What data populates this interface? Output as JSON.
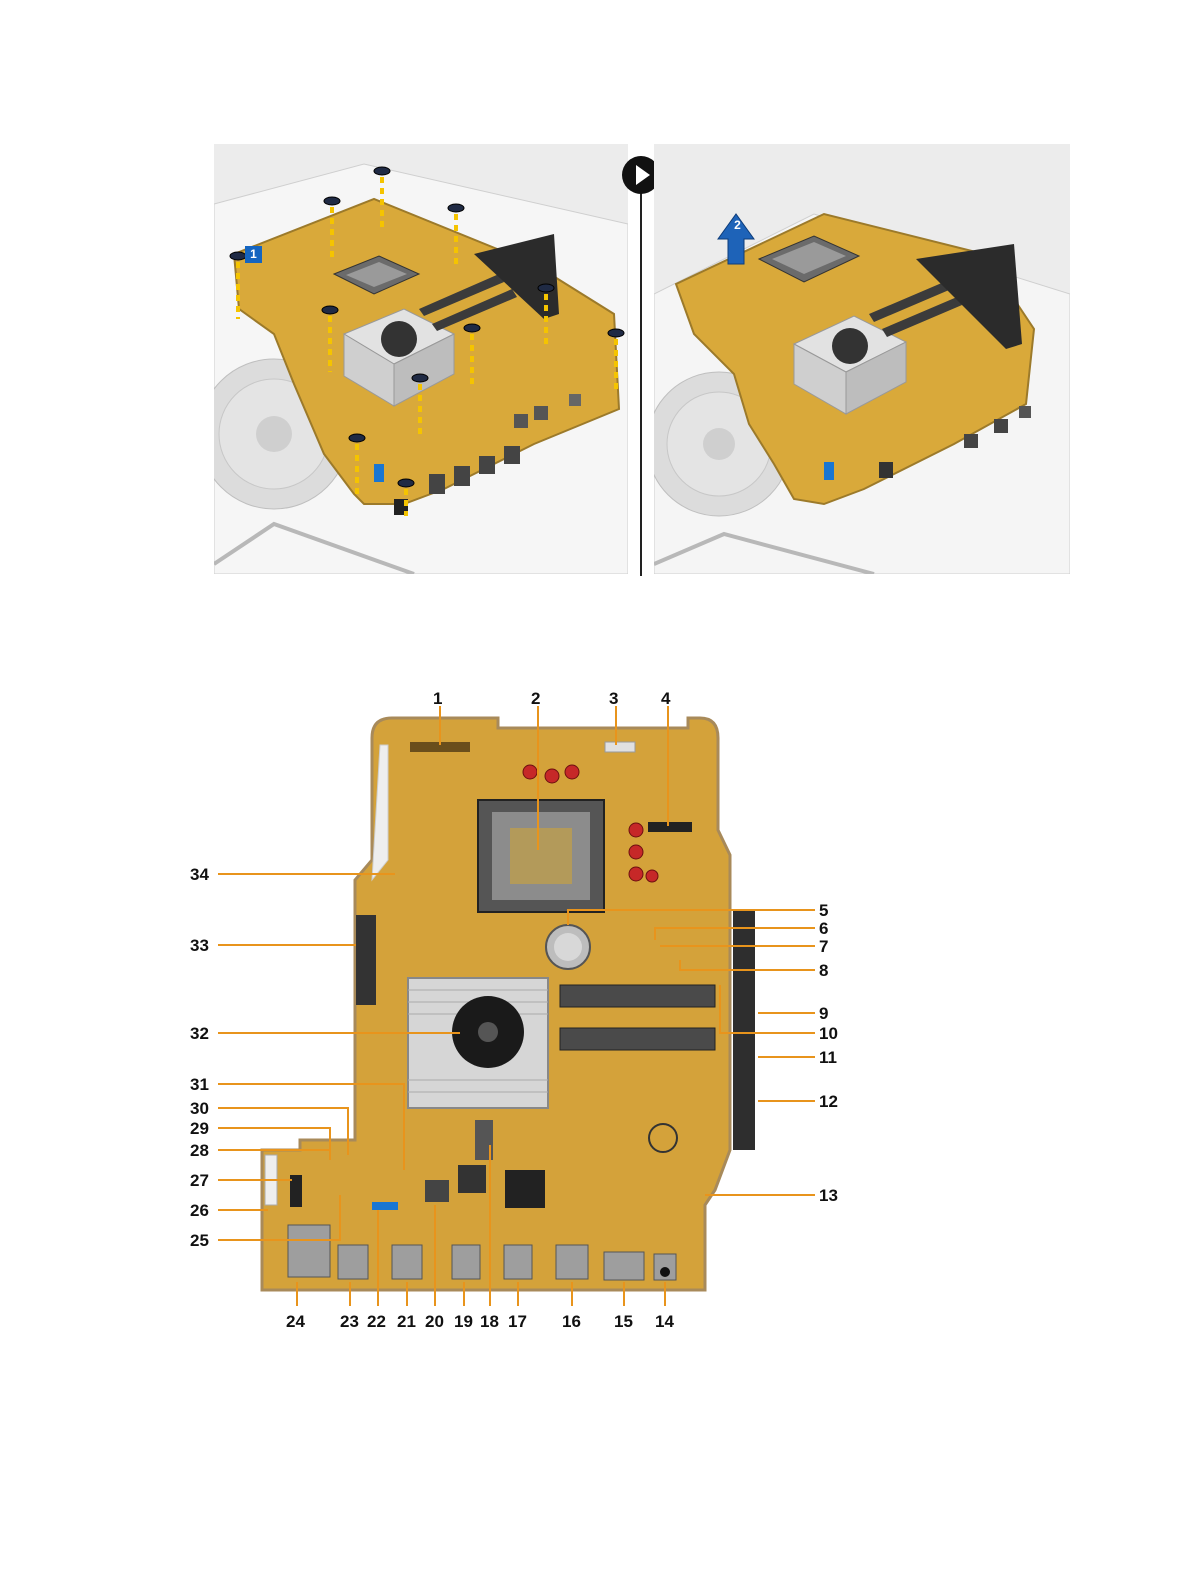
{
  "figure1": {
    "step1_label": "1",
    "step2_label": "2"
  },
  "figure2": {
    "top_labels": [
      "1",
      "2",
      "3",
      "4"
    ],
    "right_labels": [
      "5",
      "6",
      "7",
      "8",
      "9",
      "10",
      "11",
      "12",
      "13"
    ],
    "bottom_labels": [
      "24",
      "23",
      "22",
      "21",
      "20",
      "19",
      "18",
      "17",
      "16",
      "15",
      "14"
    ],
    "left_labels": [
      "34",
      "33",
      "32",
      "31",
      "30",
      "29",
      "28",
      "27",
      "26",
      "25"
    ]
  },
  "colors": {
    "board": "#d9a93a",
    "leader": "#e8941c",
    "step_badge": "#1565c0"
  }
}
